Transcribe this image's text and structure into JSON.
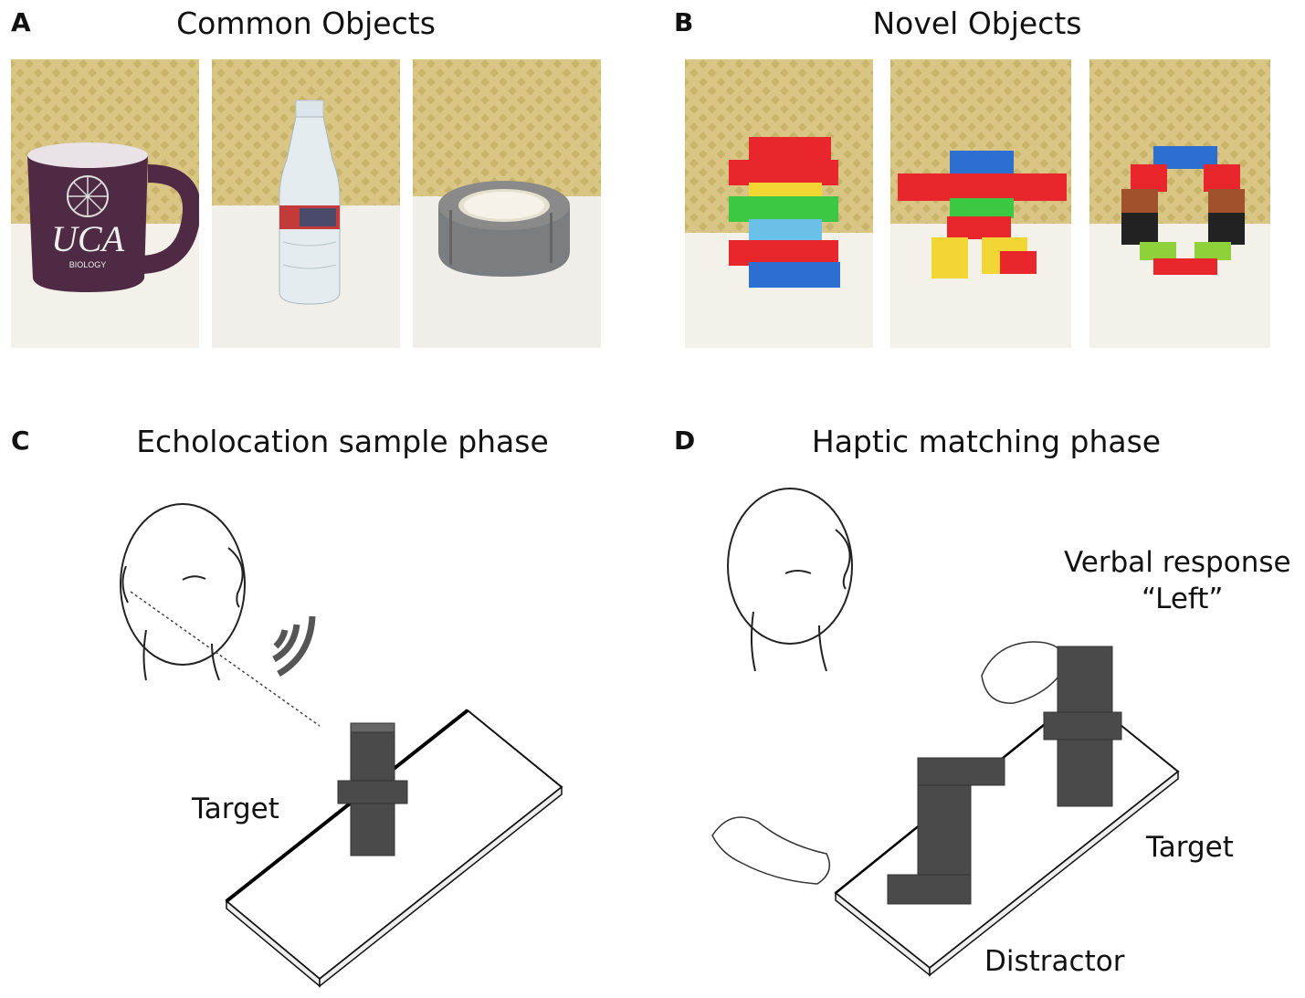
{
  "panels": {
    "a": {
      "letter": "A",
      "title": "Common Objects"
    },
    "b": {
      "letter": "B",
      "title": "Novel Objects"
    },
    "c": {
      "letter": "C",
      "title": "Echolocation sample phase",
      "target_label": "Target"
    },
    "d": {
      "letter": "D",
      "title": "Haptic matching phase",
      "response_line1": "Verbal response",
      "response_line2": "“Left”",
      "target_label": "Target",
      "distractor_label": "Distractor"
    }
  },
  "mug": {
    "text_logo": "UCA",
    "text_sub": "BIOLOGY"
  },
  "colors": {
    "wall": "#d8c37e",
    "table": "#f3efe6",
    "mug": "#4e2a44",
    "block_dark": "#4a4a4a",
    "lego_red": "#e8262b",
    "lego_blue": "#2d6fd0",
    "lego_green": "#3cc843",
    "lego_yellow": "#f2d633"
  }
}
